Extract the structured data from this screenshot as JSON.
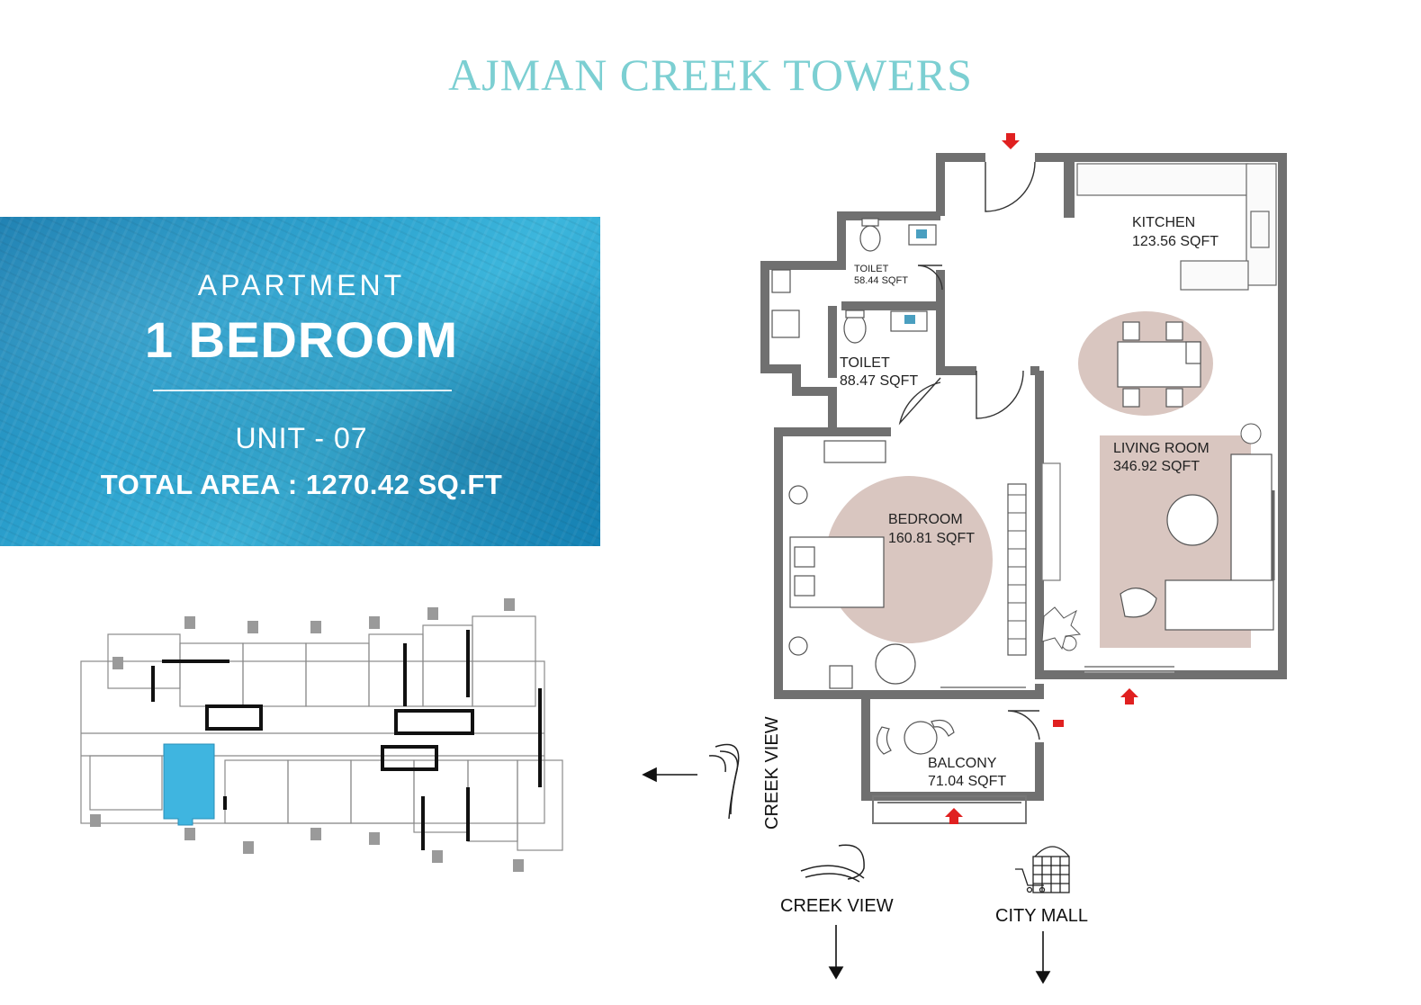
{
  "header": {
    "title": "AJMAN CREEK TOWERS"
  },
  "info": {
    "type": "APARTMENT",
    "bedrooms": "1 BEDROOM",
    "unit": "UNIT - 07",
    "total_area": "TOTAL AREA : 1270.42 SQ.FT"
  },
  "rooms": {
    "kitchen": {
      "name": "KITCHEN",
      "area": "123.56 SQFT"
    },
    "toilet_small": {
      "name": "TOILET",
      "area": "58.44 SQFT"
    },
    "toilet": {
      "name": "TOILET",
      "area": "88.47 SQFT"
    },
    "living": {
      "name": "LIVING ROOM",
      "area": "346.92 SQFT"
    },
    "bedroom": {
      "name": "BEDROOM",
      "area": "160.81 SQFT"
    },
    "balcony": {
      "name": "BALCONY",
      "area": "71.04 SQFT"
    }
  },
  "views": {
    "creek_side": "CREEK VIEW",
    "creek_bottom": "CREEK VIEW",
    "city_mall": "CITY MALL"
  },
  "colors": {
    "brand": "#7ccfd2",
    "wall": "#707070",
    "rug": "#d9c6c0",
    "highlight_unit": "#3fb5e0",
    "entry_arrow": "#e02020"
  },
  "icons": {
    "creek": "wave-icon",
    "mall": "shopping-cart-building-icon"
  }
}
